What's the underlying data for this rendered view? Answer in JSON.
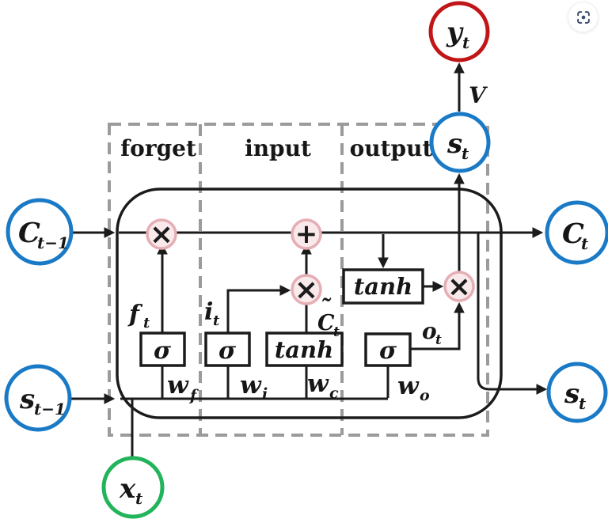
{
  "sections": {
    "forget": "forget",
    "input": "input",
    "output": "output"
  },
  "nodes": {
    "c_prev": {
      "main": "C",
      "sub": "t−1"
    },
    "s_prev": {
      "main": "s",
      "sub": "t−1"
    },
    "x_in": {
      "main": "x",
      "sub": "t"
    },
    "y_out": {
      "main": "y",
      "sub": "t"
    },
    "s_top": {
      "main": "s",
      "sub": "t"
    },
    "c_out": {
      "main": "C",
      "sub": "t"
    },
    "s_out": {
      "main": "s",
      "sub": "t"
    }
  },
  "gates": {
    "sigma_f": "σ",
    "sigma_i": "σ",
    "tanh_c": "tanh",
    "sigma_o": "σ",
    "tanh_out": "tanh"
  },
  "ops": {
    "times_forget": "×",
    "plus_input": "+",
    "times_input": "×",
    "times_output": "×"
  },
  "labels": {
    "f": {
      "main": "f",
      "sub": "t"
    },
    "i": {
      "main": "i",
      "sub": "t"
    },
    "c_tilde": {
      "tilde": "˜",
      "main": "C",
      "sub": "t"
    },
    "o": {
      "main": "o",
      "sub": "t"
    },
    "w_f": {
      "main": "w",
      "sub": "f"
    },
    "w_i": {
      "main": "w",
      "sub": "i"
    },
    "w_c": {
      "main": "w",
      "sub": "c"
    },
    "w_o": {
      "main": "w",
      "sub": "o"
    },
    "v": "V"
  },
  "colors": {
    "node_blue": "#1a7ac6",
    "node_red": "#c11617",
    "node_green": "#22b45a",
    "op_fill": "#f9e9ea",
    "op_stroke": "#e5aeb4",
    "line_black": "#1b1b1b",
    "dashed_gray": "#9b9b9b",
    "icon_slate": "#3d4d6b"
  },
  "icons": {
    "corner_button": "focus-frame-icon"
  }
}
